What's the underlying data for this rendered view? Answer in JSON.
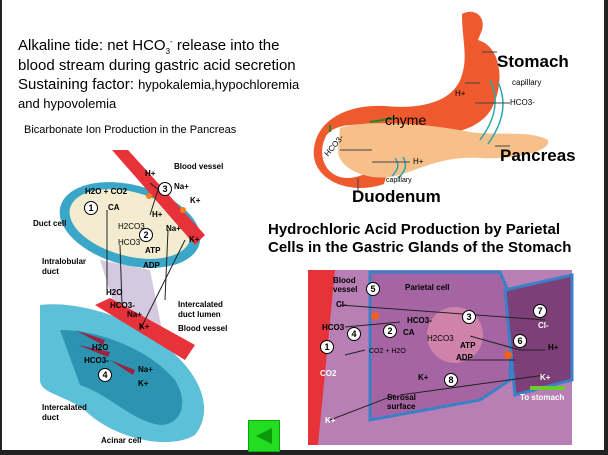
{
  "intro": {
    "line1_a": "Alkaline tide: net HCO",
    "line1_sub": "3",
    "line1_sup": "-",
    "line1_b": " release into the",
    "line2": "blood stream during gastric acid  secretion",
    "line3_a": "Sustaining factor: ",
    "line3_b": "hypokalemia,hypochloremia",
    "line4": "and hypovolemia"
  },
  "pancreas_diagram": {
    "title": "Bicarbonate Ion Production in the Pancreas",
    "labels": {
      "blood_vessel_top": "Blood vessel",
      "h2o_co2": "H2O + CO2",
      "ca": "CA",
      "duct_cell": "Duct cell",
      "h2co3": "H2CO3",
      "h_plus_1": "H+",
      "h_plus_2": "H+",
      "na_top": "Na+",
      "na_mid": "Na+",
      "k_top": "K+",
      "k_mid": "K+",
      "hco3_cell": "HCO3",
      "atp": "ATP",
      "adp": "ADP",
      "intralobular": "Intralobular",
      "duct": "duct",
      "h2o_lumen": "H2O",
      "hco3_lumen": "HCO3-",
      "na_lumen": "Na+",
      "k_lumen": "K+",
      "lumen1": "Intercalated",
      "lumen2": "duct lumen",
      "blood_vessel_mid": "Blood vessel",
      "h2o_duct": "H2O",
      "hco3_duct": "HCO3-",
      "na_duct": "Na+",
      "k_duct": "K+",
      "intercalated1": "Intercalated",
      "intercalated2": "duct",
      "acinar": "Acinar cell"
    },
    "steps": [
      "1",
      "2",
      "3",
      "4"
    ]
  },
  "stomach_diagram": {
    "stomach": "Stomach",
    "capillary_top": "capillary",
    "h_plus_top": "H+",
    "hco3_top": "HCO3-",
    "chyme": "chyme",
    "pancreas": "Pancreas",
    "hco3_duo": "HCO3-",
    "h_plus_duo": "H+",
    "capillary_bottom": "capillary",
    "duodenum": "Duodenum"
  },
  "parietal_diagram": {
    "title1": "Hydrochloric Acid Production by Parietal",
    "title2": "Cells in the Gastric Glands of the Stomach",
    "labels": {
      "blood": "Blood",
      "vessel": "vessel",
      "parietal_cell": "Parietal cell",
      "cl_in": "Cl-",
      "hco3_cell": "HCO3-",
      "hco3_blood": "HCO3",
      "ca": "CA",
      "h2co3": "H2CO3",
      "co2_h2o": "CO2 + H2O",
      "atp": "ATP",
      "adp": "ADP",
      "h_plus": "H+",
      "cl_out": "Cl-",
      "co2": "CO2",
      "k_cell": "K+",
      "k_lumen": "K+",
      "serosal1": "Serosal",
      "serosal2": "surface",
      "to_stomach": "To stomach",
      "k_blood": "K+"
    },
    "steps": [
      "1",
      "2",
      "3",
      "4",
      "5",
      "6",
      "7",
      "8"
    ]
  },
  "nav": {
    "back_button": "previous-slide"
  },
  "colors": {
    "vessel": "#e8323a",
    "stomach": "#ee5a2e",
    "pancreas": "#f7c08a",
    "cell": "#f4ecd0",
    "duct": "#3aa6c8",
    "parietal": "#a0629a",
    "back": "#22dd22"
  }
}
